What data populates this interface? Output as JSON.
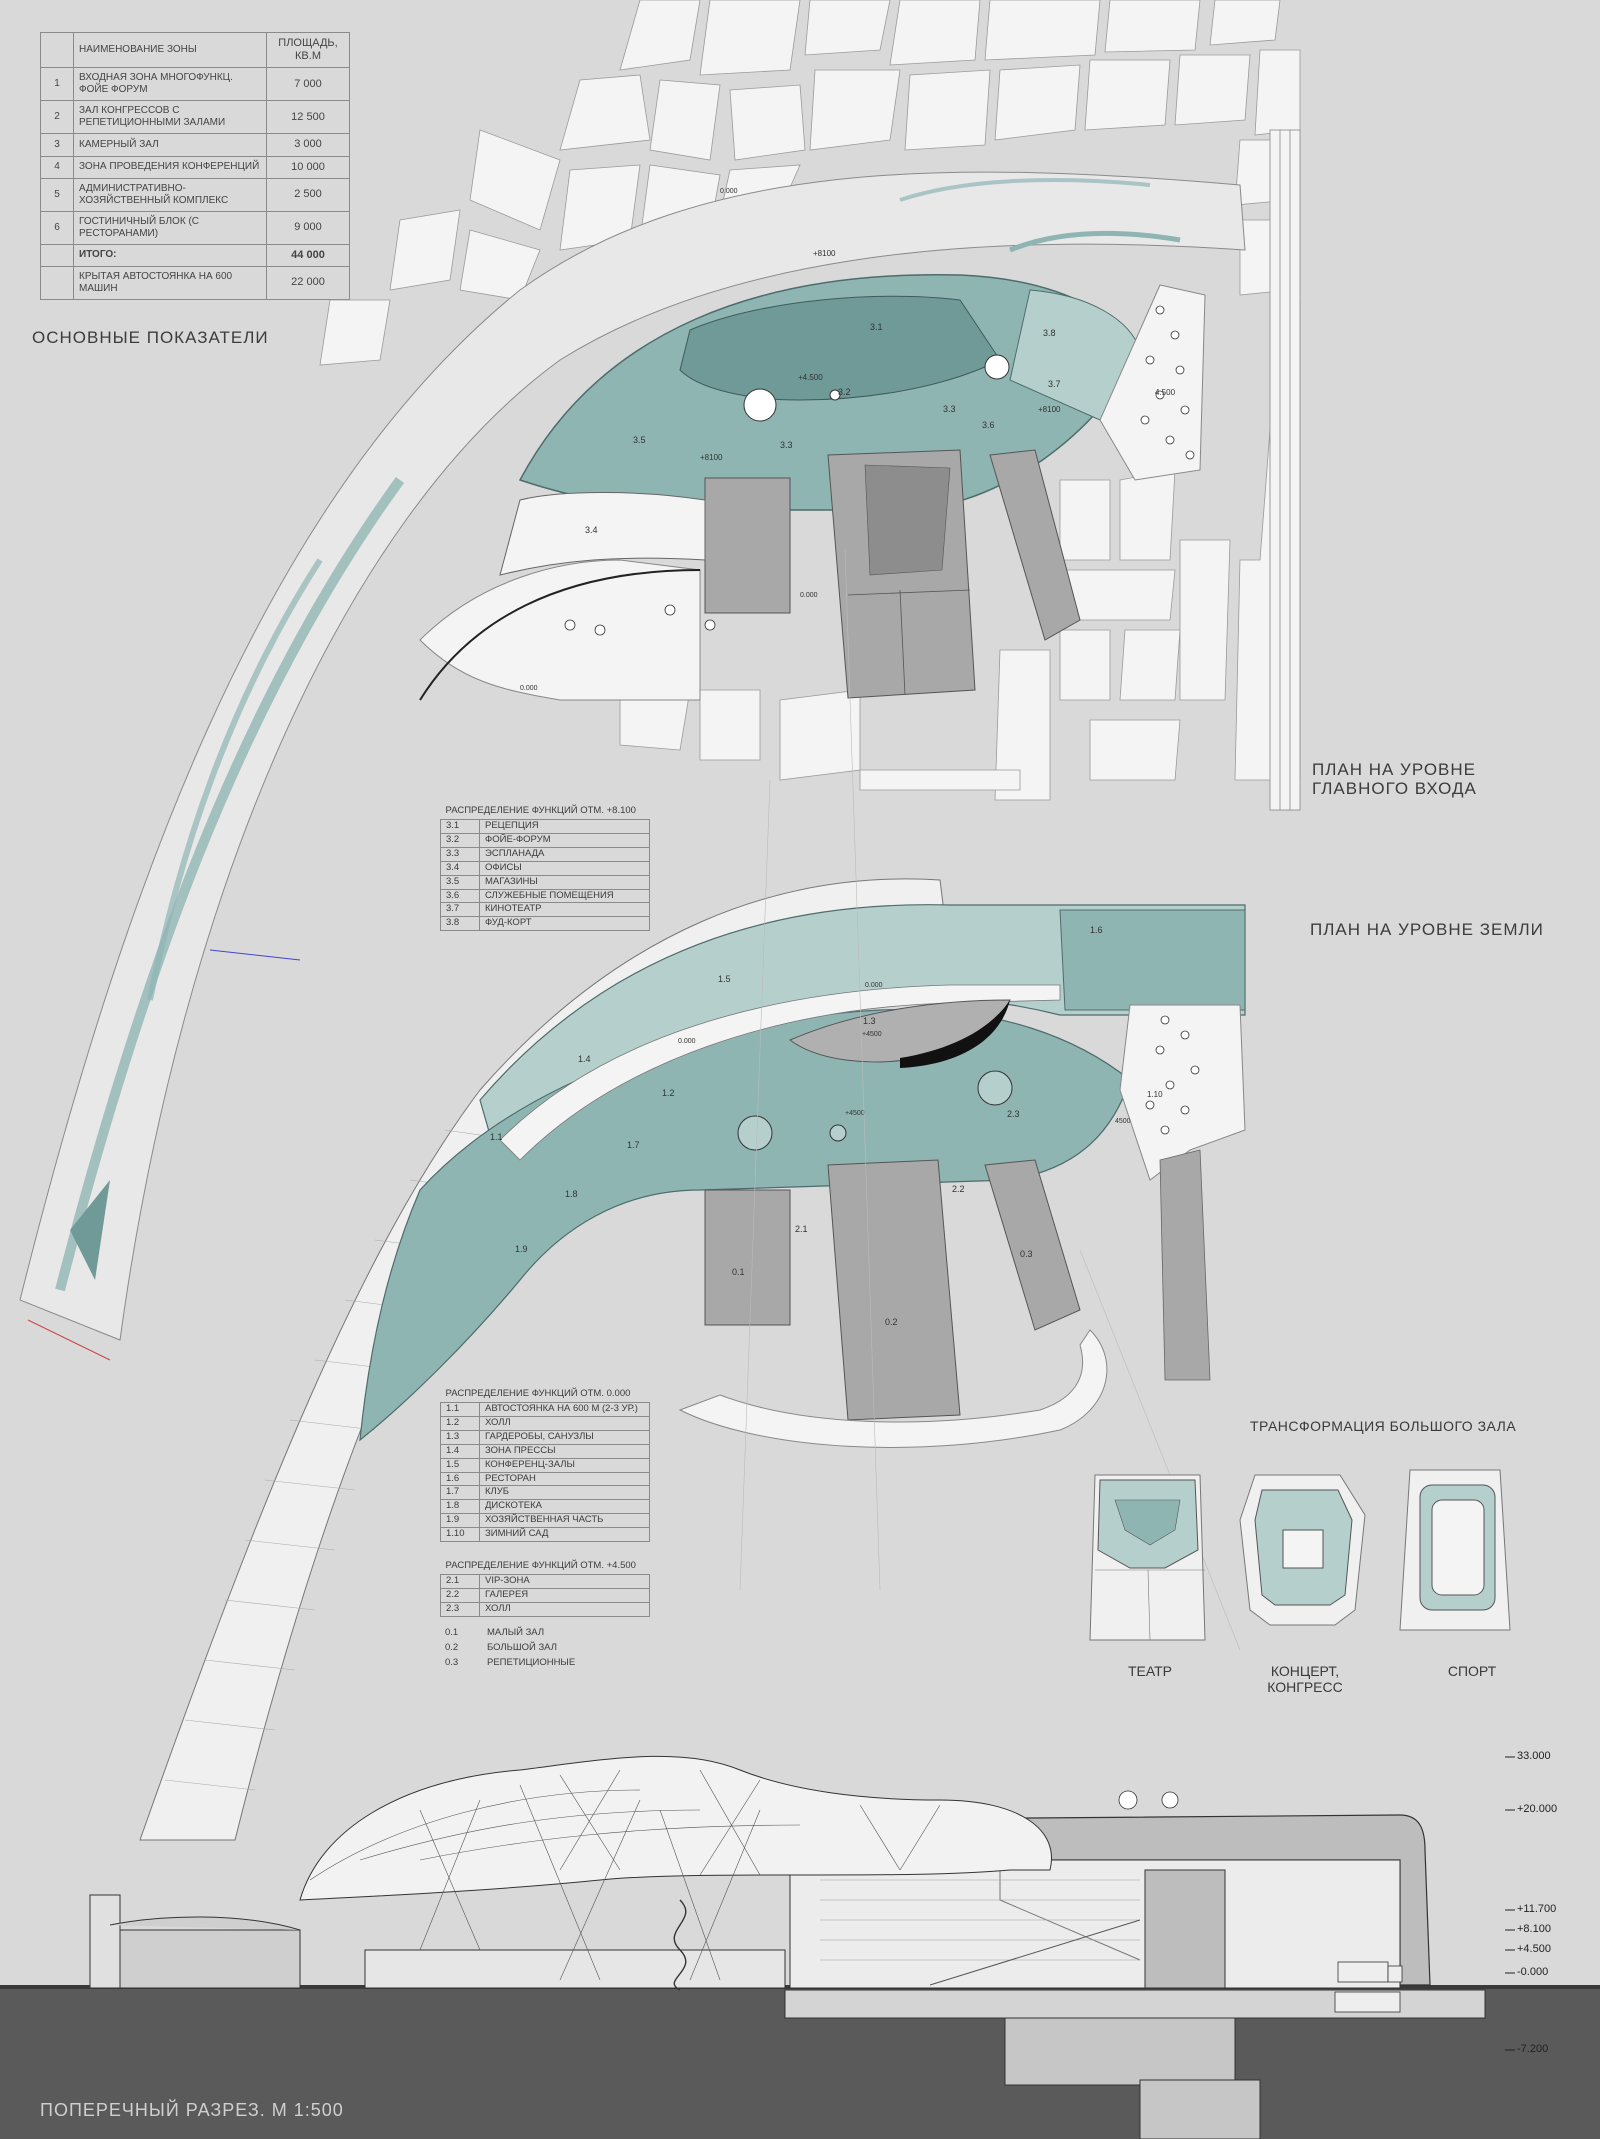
{
  "summary_table": {
    "header": {
      "name": "НАИМЕНОВАНИЕ ЗОНЫ",
      "area": "ПЛОЩАДЬ, КВ.М"
    },
    "rows": [
      {
        "num": "1",
        "name": "ВХОДНАЯ ЗОНА МНОГОФУНКЦ. ФОЙЕ ФОРУМ",
        "area": "7 000"
      },
      {
        "num": "2",
        "name": "ЗАЛ КОНГРЕССОВ С РЕПЕТИЦИОННЫМИ ЗАЛАМИ",
        "area": "12 500"
      },
      {
        "num": "3",
        "name": "КАМЕРНЫЙ ЗАЛ",
        "area": "3 000"
      },
      {
        "num": "4",
        "name": "ЗОНА ПРОВЕДЕНИЯ КОНФЕРЕНЦИЙ",
        "area": "10 000"
      },
      {
        "num": "5",
        "name": "АДМИНИСТРАТИВНО-ХОЗЯЙСТВЕННЫЙ КОМПЛЕКС",
        "area": "2 500"
      },
      {
        "num": "6",
        "name": "ГОСТИНИЧНЫЙ БЛОК (С РЕСТОРАНАМИ)",
        "area": "9 000"
      }
    ],
    "total": {
      "name": "ИТОГО:",
      "area": "44 000"
    },
    "parking": {
      "name": "КРЫТАЯ АВТОСТОЯНКА НА 600 МАШИН",
      "area": "22 000"
    }
  },
  "titles": {
    "indicators": "ОСНОВНЫЕ ПОКАЗАТЕЛИ",
    "main_entrance_1": "ПЛАН НА УРОВНЕ",
    "main_entrance_2": "ГЛАВНОГО ВХОДА",
    "ground_level": "ПЛАН НА УРОВНЕ ЗЕМЛИ",
    "transformation": "ТРАНСФОРМАЦИЯ БОЛЬШОГО ЗАЛА",
    "section": "ПОПЕРЕЧНЫЙ РАЗРЕЗ. М 1:500"
  },
  "legend_8100": {
    "title": "РАСПРЕДЕЛЕНИЕ ФУНКЦИЙ ОТМ. +8.100",
    "items": [
      {
        "code": "3.1",
        "label": "РЕЦЕПЦИЯ"
      },
      {
        "code": "3.2",
        "label": "ФОЙЕ-ФОРУМ"
      },
      {
        "code": "3.3",
        "label": "ЭСПЛАНАДА"
      },
      {
        "code": "3.4",
        "label": "ОФИСЫ"
      },
      {
        "code": "3.5",
        "label": "МАГАЗИНЫ"
      },
      {
        "code": "3.6",
        "label": "СЛУЖЕБНЫЕ ПОМЕЩЕНИЯ"
      },
      {
        "code": "3.7",
        "label": "КИНОТЕАТР"
      },
      {
        "code": "3.8",
        "label": "ФУД-КОРТ"
      }
    ]
  },
  "legend_0000": {
    "title": "РАСПРЕДЕЛЕНИЕ ФУНКЦИЙ ОТМ. 0.000",
    "items": [
      {
        "code": "1.1",
        "label": "АВТОСТОЯНКА НА 600 М (2-3 УР.)"
      },
      {
        "code": "1.2",
        "label": "ХОЛЛ"
      },
      {
        "code": "1.3",
        "label": "ГАРДЕРОБЫ, САНУЗЛЫ"
      },
      {
        "code": "1.4",
        "label": "ЗОНА ПРЕССЫ"
      },
      {
        "code": "1.5",
        "label": "КОНФЕРЕНЦ-ЗАЛЫ"
      },
      {
        "code": "1.6",
        "label": "РЕСТОРАН"
      },
      {
        "code": "1.7",
        "label": "КЛУБ"
      },
      {
        "code": "1.8",
        "label": "ДИСКОТЕКА"
      },
      {
        "code": "1.9",
        "label": "ХОЗЯЙСТВЕННАЯ ЧАСТЬ"
      },
      {
        "code": "1.10",
        "label": "ЗИМНИЙ САД"
      }
    ]
  },
  "legend_4500": {
    "title": "РАСПРЕДЕЛЕНИЕ ФУНКЦИЙ ОТМ. +4.500",
    "items": [
      {
        "code": "2.1",
        "label": "VIP-ЗОНА"
      },
      {
        "code": "2.2",
        "label": "ГАЛЕРЕЯ"
      },
      {
        "code": "2.3",
        "label": "ХОЛЛ"
      }
    ]
  },
  "halls": [
    {
      "code": "0.1",
      "label": "МАЛЫЙ ЗАЛ"
    },
    {
      "code": "0.2",
      "label": "БОЛЬШОЙ ЗАЛ"
    },
    {
      "code": "0.3",
      "label": "РЕПЕТИЦИОННЫЕ"
    }
  ],
  "upper_plan_labels": {
    "z31": "3.1",
    "z32": "3.2",
    "z33a": "3.3",
    "z33b": "3.3",
    "z34": "3.4",
    "z35": "3.5",
    "z36": "3.6",
    "z37": "3.7",
    "z38": "3.8",
    "elev_8100a": "+8100",
    "elev_8100b": "+8100",
    "elev_8100c": "+8100",
    "elev_4500a": "+4.500",
    "elev_4500b": "4.500",
    "elev_0000a": "0.000",
    "elev_0000b": "0.000",
    "elev_0000c": "0.000"
  },
  "lower_plan_labels": {
    "z11": "1.1",
    "z12": "1.2",
    "z13": "1.3",
    "z14": "1.4",
    "z15": "1.5",
    "z16": "1.6",
    "z17": "1.7",
    "z18": "1.8",
    "z19": "1.9",
    "z110": "1.10",
    "z21": "2.1",
    "z22": "2.2",
    "z23": "2.3",
    "h01": "0.1",
    "h02": "0.2",
    "h03": "0.3",
    "elev_4500a": "+4500",
    "elev_4500b": "+4500",
    "elev_0000a": "0.000",
    "elev_0000b": "0.000",
    "elev_4500c": "4500"
  },
  "transformation": {
    "variants": [
      {
        "label": "ТЕАТР"
      },
      {
        "label": "КОНЦЕРТ,\nКОНГРЕСС"
      },
      {
        "label": "СПОРТ"
      }
    ]
  },
  "section_elevations": [
    "33.000",
    "+20.000",
    "+11.700",
    "+8.100",
    "+4.500",
    "-0.000",
    "-7.200"
  ],
  "colors": {
    "background": "#d9d9d9",
    "teal": "#8fb5b3",
    "teal_light": "#b5d0cc",
    "teal_dark": "#6f9a98",
    "gray_block": "#a8a8a8",
    "ground": "#5a5a5a",
    "white": "#f4f4f4"
  }
}
